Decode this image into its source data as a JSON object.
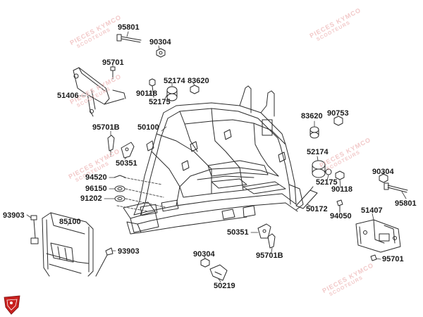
{
  "diagram": {
    "watermark_lines": [
      "PIECES KYMCO",
      "SCOOTEURS"
    ],
    "parts": [
      {
        "id": "p95801a",
        "label": "95801"
      },
      {
        "id": "p90304a",
        "label": "90304"
      },
      {
        "id": "p95701a",
        "label": "95701"
      },
      {
        "id": "p51406",
        "label": "51406"
      },
      {
        "id": "p52174a",
        "label": "52174"
      },
      {
        "id": "p83620a",
        "label": "83620"
      },
      {
        "id": "p90118a",
        "label": "90118"
      },
      {
        "id": "p52175a",
        "label": "52175"
      },
      {
        "id": "p95701Ba",
        "label": "95701B"
      },
      {
        "id": "p50100",
        "label": "50100"
      },
      {
        "id": "p50351a",
        "label": "50351"
      },
      {
        "id": "p94520",
        "label": "94520"
      },
      {
        "id": "p96150",
        "label": "96150"
      },
      {
        "id": "p91202",
        "label": "91202"
      },
      {
        "id": "p93903a",
        "label": "93903"
      },
      {
        "id": "p85100",
        "label": "85100"
      },
      {
        "id": "p93903b",
        "label": "93903"
      },
      {
        "id": "p83620b",
        "label": "83620"
      },
      {
        "id": "p90753",
        "label": "90753"
      },
      {
        "id": "p52174b",
        "label": "52174"
      },
      {
        "id": "p90304b",
        "label": "90304"
      },
      {
        "id": "p52175b",
        "label": "52175"
      },
      {
        "id": "p90118b",
        "label": "90118"
      },
      {
        "id": "p95801b",
        "label": "95801"
      },
      {
        "id": "p50172",
        "label": "50172"
      },
      {
        "id": "p51407",
        "label": "51407"
      },
      {
        "id": "p94050",
        "label": "94050"
      },
      {
        "id": "p50351b",
        "label": "50351"
      },
      {
        "id": "p95701Bb",
        "label": "95701B"
      },
      {
        "id": "p90304c",
        "label": "90304"
      },
      {
        "id": "p95701b",
        "label": "95701"
      },
      {
        "id": "p50219",
        "label": "50219"
      }
    ]
  },
  "colors": {
    "line": "#2b2b2b",
    "text": "#1a1a1a",
    "watermark": "#f2c9c9",
    "logo_red": "#c8201e"
  },
  "icons": {
    "logo": "shield-logo-icon"
  }
}
